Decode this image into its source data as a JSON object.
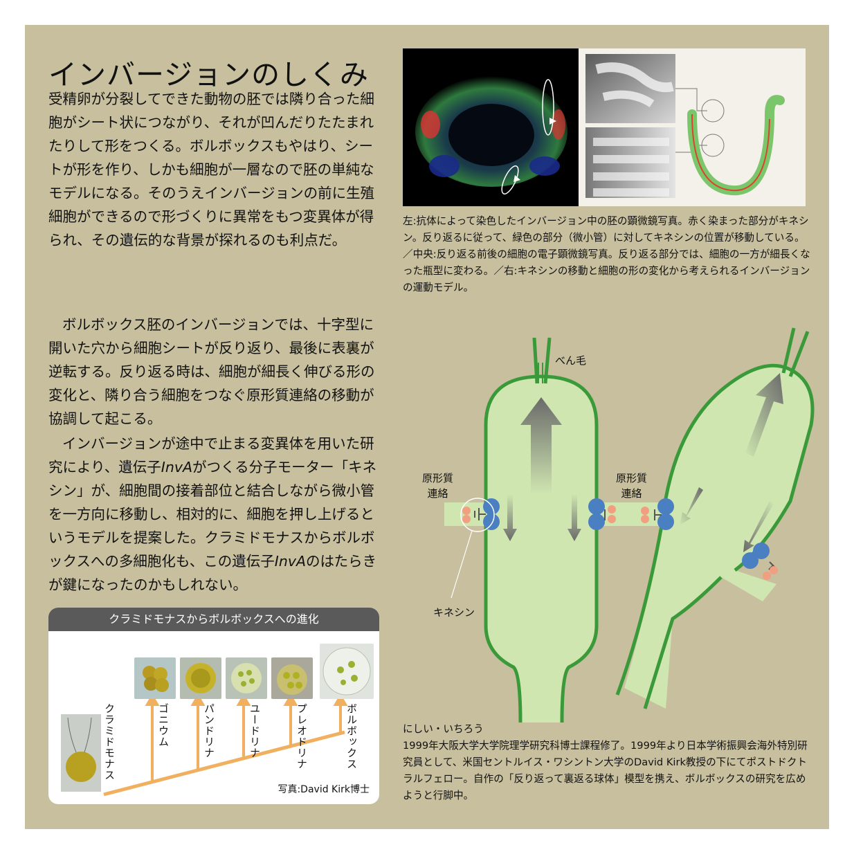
{
  "title": "インバージョンのしくみ",
  "paragraph1": "受精卵が分裂してできた動物の胚では隣り合った細胞がシート状につながり、それが凹んだりたたまれたりして形をつくる。ボルボックスもやはり、シートが形を作り、しかも細胞が一層なので胚の単純なモデルになる。そのうえインバージョンの前に生殖細胞ができるので形づくりに異常をもつ変異体が得られ、その遺伝的な背景が探れるのも利点だ。",
  "paragraph2": "ボルボックス胚のインバージョンでは、十字型に開いた穴から細胞シートが反り返り、最後に表裏が逆転する。反り返る時は、細胞が細長く伸びる形の変化と、隣り合う細胞をつなぐ原形質連絡の移動が協調して起こる。",
  "paragraph3": {
    "part1": "インバージョンが途中で止まる変異体を用いた研究により、遺伝子",
    "gene1": "InvA",
    "part2": "がつくる分子モーター「キネシン」が、細胞間の接着部位と結合しながら微小管を一方向に移動し、相対的に、細胞を押し上げるというモデルを提案した。クラミドモナスからボルボックスへの多細胞化も、この遺伝子",
    "gene2": "InvA",
    "part3": "のはたらきが鍵になったのかもしれない。"
  },
  "caption": "左:抗体によって染色したインバージョン中の胚の顕微鏡写真。赤く染まった部分がキネシン。反り返るに従って、緑色の部分（微小管）に対してキネシンの位置が移動している。／中央:反り返る前後の細胞の電子顕微鏡写真。反り返る部分では、細胞の一方が細長くなった瓶型に変わる。／右:キネシンの移動と細胞の形の変化から考えられるインバージョンの運動モデル。",
  "diagram": {
    "flagella_label": "べん毛",
    "plasmodesmata_label_left_1": "原形質",
    "plasmodesmata_label_left_2": "連絡",
    "plasmodesmata_label_right_1": "原形質",
    "plasmodesmata_label_right_2": "連絡",
    "kinesin_label": "キネシン"
  },
  "bio": {
    "name": "にしい・いちろう",
    "text": "1999年大阪大学大学院理学研究科博士課程修了。1999年より日本学術振興会海外特別研究員として、米国セントルイス・ワシントン大学のDavid Kirk教授の下にてポストドクトラルフェロー。自作の「反り返って裏返る球体」模型を携え、ボルボックスの研究を広めようと行脚中。"
  },
  "evolution": {
    "header": "クラミドモナスからボルボックスへの進化",
    "organisms": [
      "クラミドモナス",
      "ゴニウム",
      "パンドリナ",
      "ユードリナ",
      "プレオドリナ",
      "ボルボックス"
    ],
    "credit": "写真:David Kirk博士"
  },
  "colors": {
    "panel_bg": "#c7bf9e",
    "cell_fill": "#cfe6b0",
    "cell_border": "#3a9a3a",
    "kinesin_blue": "#4a7fc2",
    "adhesion_orange": "#f0a080",
    "tree_orange": "#f0b060"
  }
}
